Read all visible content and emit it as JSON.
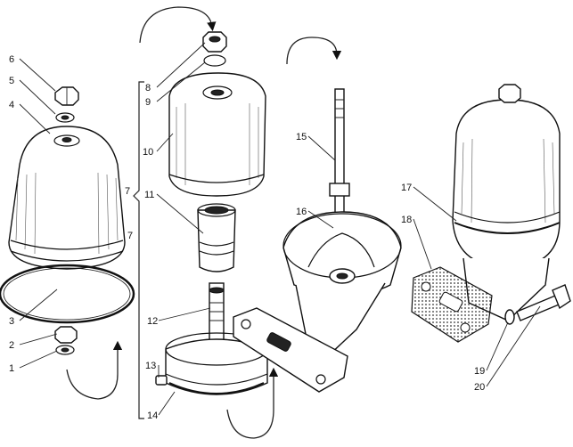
{
  "diagram": {
    "labels": [
      {
        "id": "1",
        "text": "1"
      },
      {
        "id": "2",
        "text": "2"
      },
      {
        "id": "3",
        "text": "3"
      },
      {
        "id": "4",
        "text": "4"
      },
      {
        "id": "5",
        "text": "5"
      },
      {
        "id": "6",
        "text": "6"
      },
      {
        "id": "7a",
        "text": "7"
      },
      {
        "id": "7b",
        "text": "7"
      },
      {
        "id": "8",
        "text": "8"
      },
      {
        "id": "9",
        "text": "9"
      },
      {
        "id": "10",
        "text": "10"
      },
      {
        "id": "11",
        "text": "11"
      },
      {
        "id": "12",
        "text": "12"
      },
      {
        "id": "13",
        "text": "13"
      },
      {
        "id": "14",
        "text": "14"
      },
      {
        "id": "15",
        "text": "15"
      },
      {
        "id": "16",
        "text": "16"
      },
      {
        "id": "17",
        "text": "17"
      },
      {
        "id": "18",
        "text": "18"
      },
      {
        "id": "19",
        "text": "19"
      },
      {
        "id": "20",
        "text": "20"
      }
    ]
  }
}
